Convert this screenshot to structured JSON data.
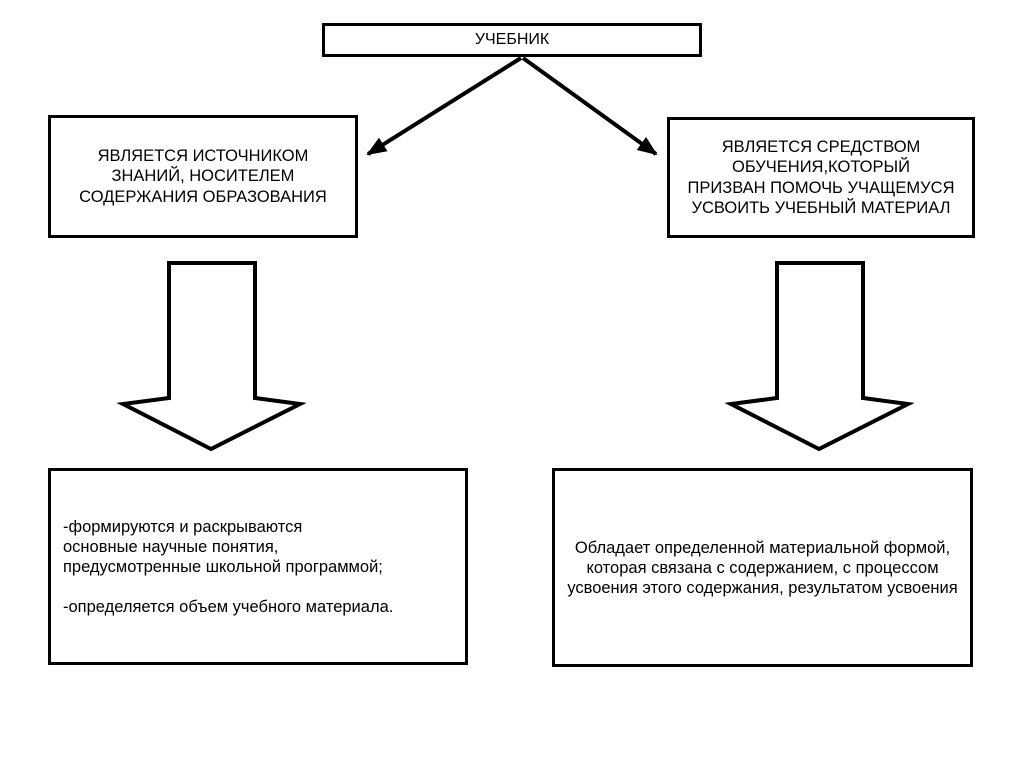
{
  "colors": {
    "ink": "#000000",
    "paper": "#ffffff"
  },
  "boxes": {
    "title": {
      "label": "УЧЕБНИК"
    },
    "left_mid": {
      "lines": [
        "ЯВЛЯЕТСЯ ИСТОЧНИКОМ",
        "ЗНАНИЙ, НОСИТЕЛЕМ",
        "СОДЕРЖАНИЯ ОБРАЗОВАНИЯ"
      ]
    },
    "right_mid": {
      "lines": [
        "ЯВЛЯЕТСЯ СРЕДСТВОМ",
        "ОБУЧЕНИЯ,КОТОРЫЙ",
        "ПРИЗВАН ПОМОЧЬ УЧАЩЕМУСЯ",
        "УСВОИТЬ УЧЕБНЫЙ МАТЕРИАЛ"
      ]
    },
    "left_bottom": {
      "lines": [
        "-формируются и раскрываются",
        "основные научные понятия,",
        "предусмотренные школьной программой;",
        "",
        "-определяется объем учебного материала."
      ]
    },
    "right_bottom": {
      "lines": [
        "Обладает определенной материальной формой,",
        "которая связана с содержанием, с процессом",
        "усвоения этого содержания, результатом усвоения"
      ]
    }
  },
  "connectors": [
    {
      "from": "title",
      "to": "left_mid",
      "type": "arrow-line"
    },
    {
      "from": "title",
      "to": "right_mid",
      "type": "arrow-line"
    },
    {
      "from": "left_mid",
      "to": "left_bottom",
      "type": "block-arrow-down"
    },
    {
      "from": "right_mid",
      "to": "right_bottom",
      "type": "block-arrow-down"
    }
  ]
}
